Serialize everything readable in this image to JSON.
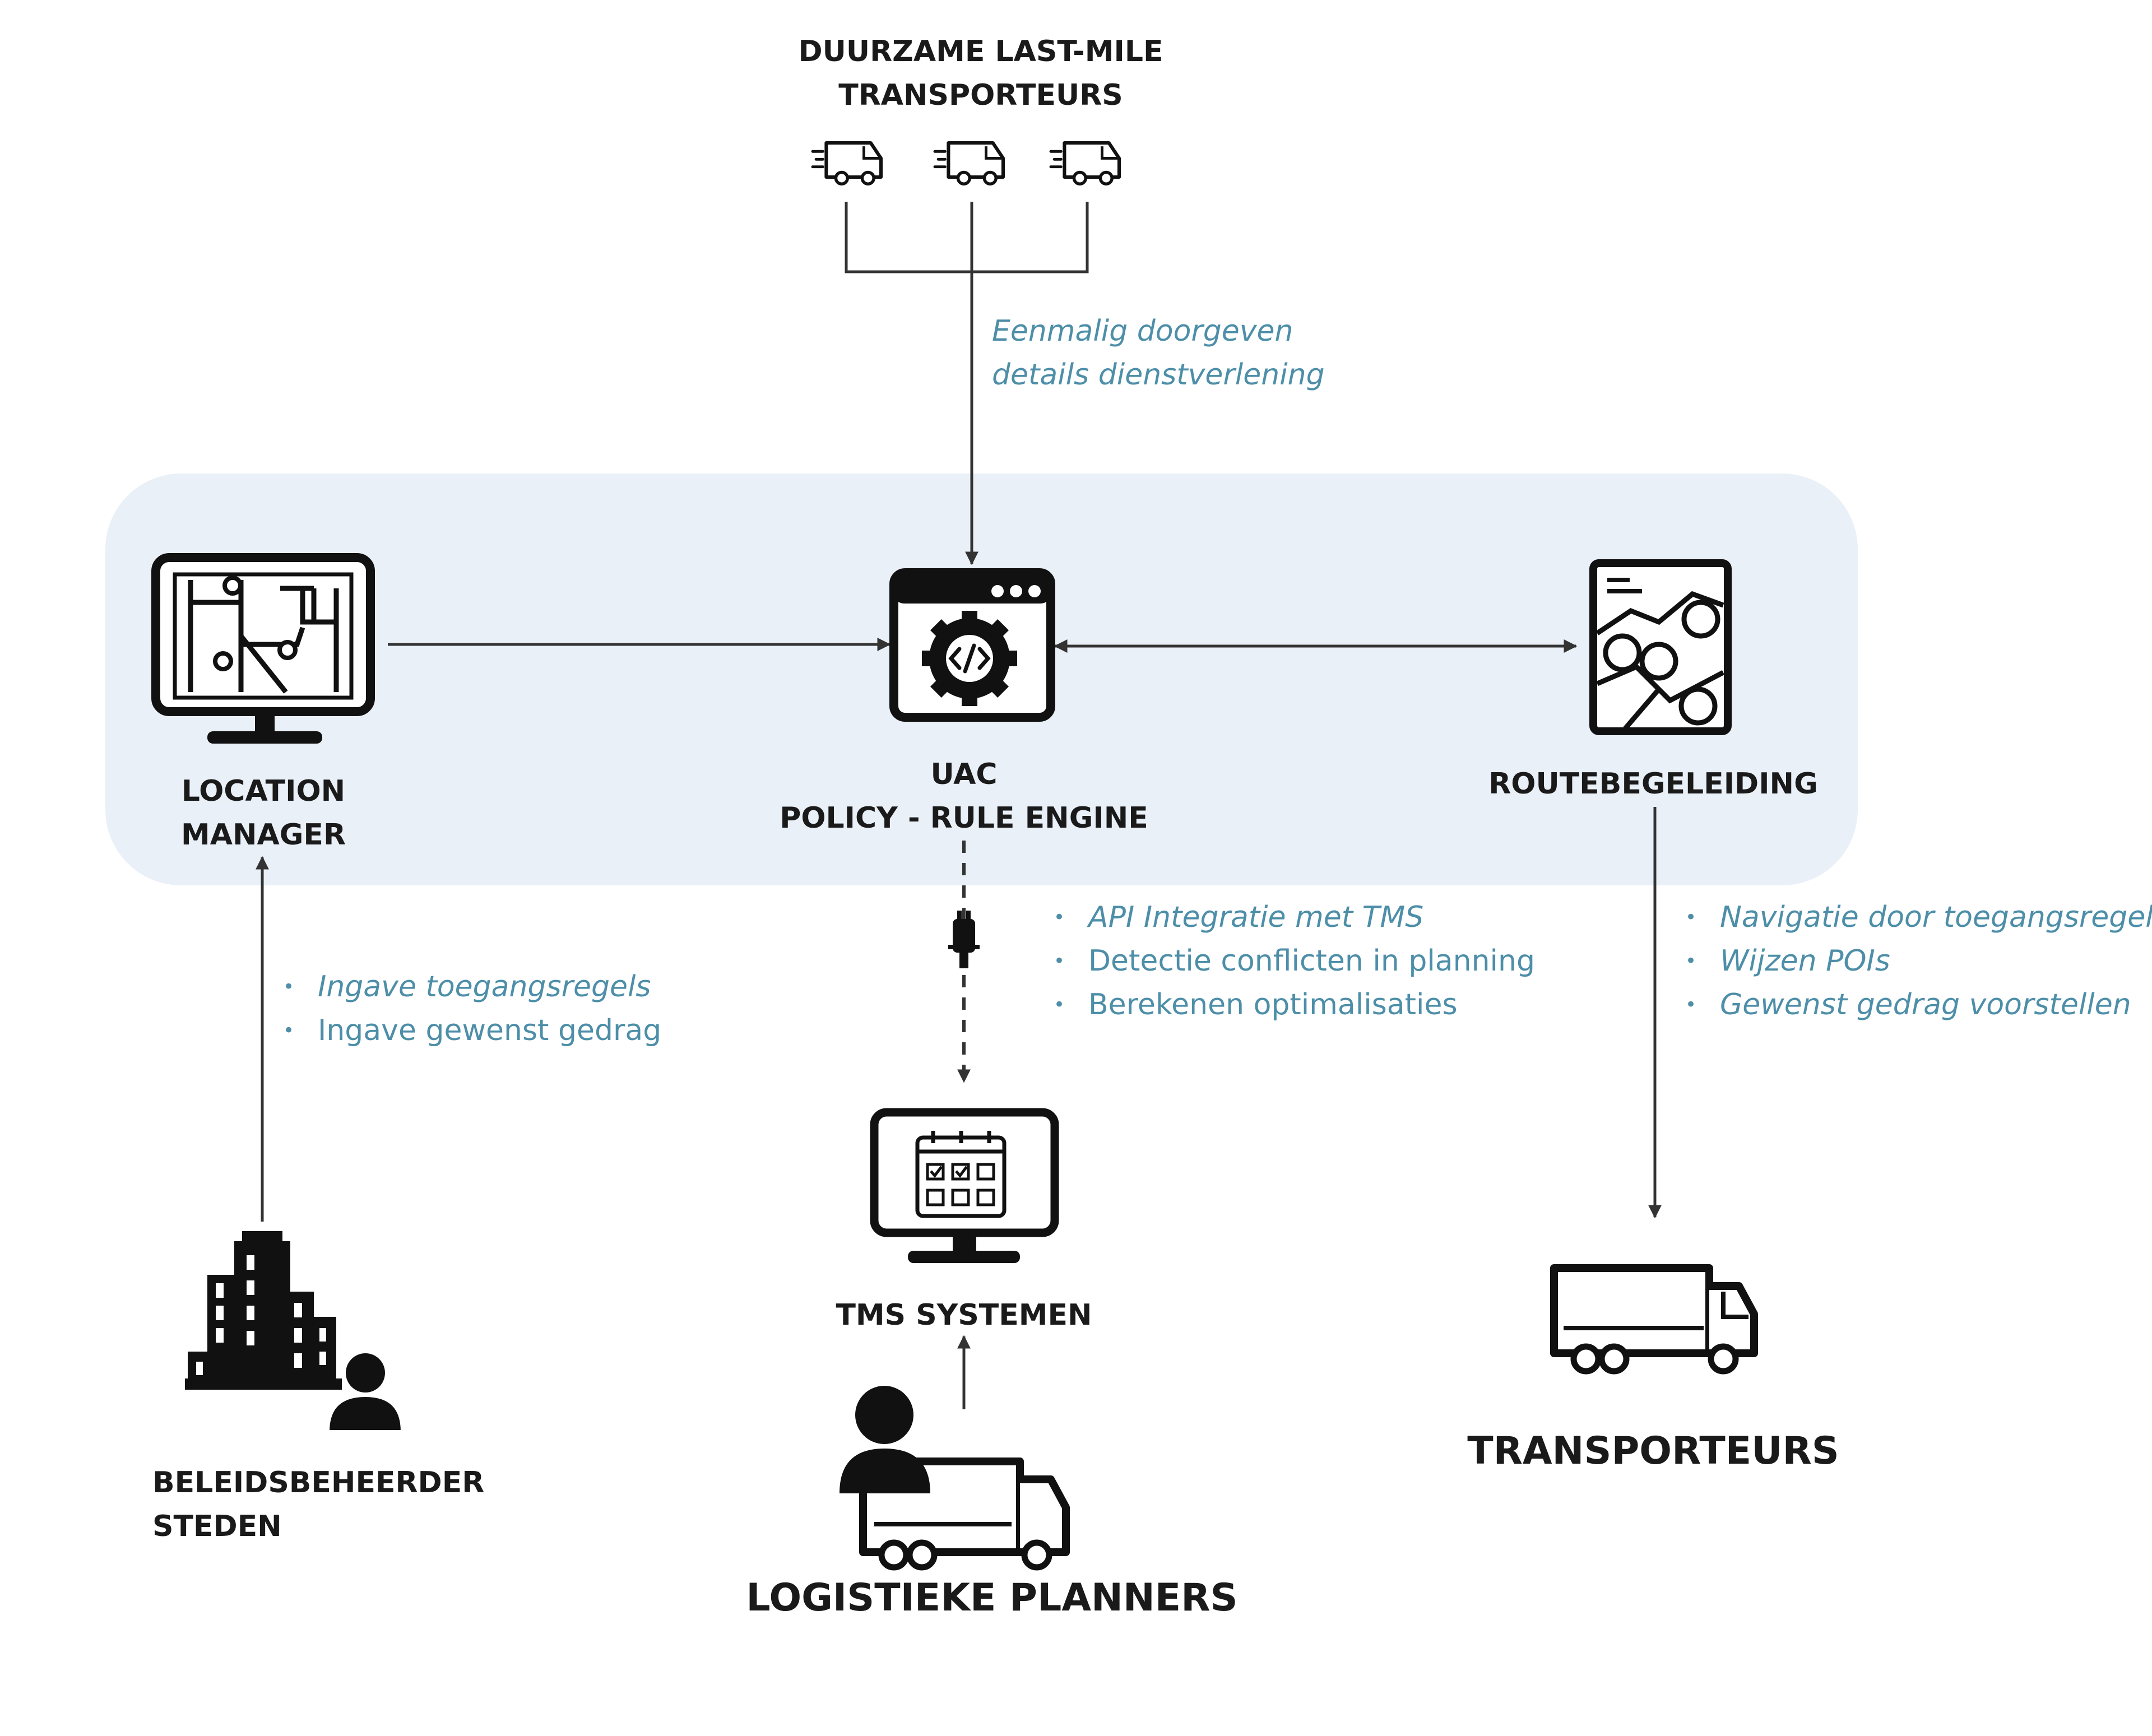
{
  "colors": {
    "panel": "#eaf0f8",
    "note_text": "#4d8ea8",
    "line": "#333333",
    "icon": "#111111"
  },
  "top_group": {
    "title_line1": "DUURZAME LAST-MILE",
    "title_line2": "TRANSPORTEURS",
    "icon": "delivery-van-icon"
  },
  "top_note": {
    "line1": "Eenmalig doorgeven",
    "line2": "details dienstverlening"
  },
  "nodes": {
    "location_manager": {
      "line1": "LOCATION",
      "line2": "MANAGER",
      "icon": "monitor-map-icon"
    },
    "uac": {
      "line1": "UAC",
      "line2": "POLICY - RULE ENGINE",
      "icon": "code-gear-window-icon"
    },
    "routebegeleiding": {
      "label": "ROUTEBEGELEIDING",
      "icon": "route-map-icon"
    },
    "tms": {
      "label": "TMS SYSTEMEN",
      "icon": "monitor-calendar-icon"
    },
    "beleid": {
      "line1": "BELEIDSBEHEERDER",
      "line2": "STEDEN",
      "icon": "city-person-icon"
    },
    "planners": {
      "label": "LOGISTIEKE PLANNERS",
      "icon": "person-truck-icon"
    },
    "transporteurs": {
      "label": "TRANSPORTEURS",
      "icon": "truck-icon"
    }
  },
  "notes": {
    "left": [
      "Ingave toegangsregels",
      "Ingave gewenst gedrag"
    ],
    "center": [
      "API Integratie met TMS",
      "Detectie conflicten in planning",
      "Berekenen optimalisaties"
    ],
    "right": [
      "Navigatie door toegangsregels",
      "Wijzen POIs",
      "Gewenst gedrag voorstellen"
    ]
  }
}
